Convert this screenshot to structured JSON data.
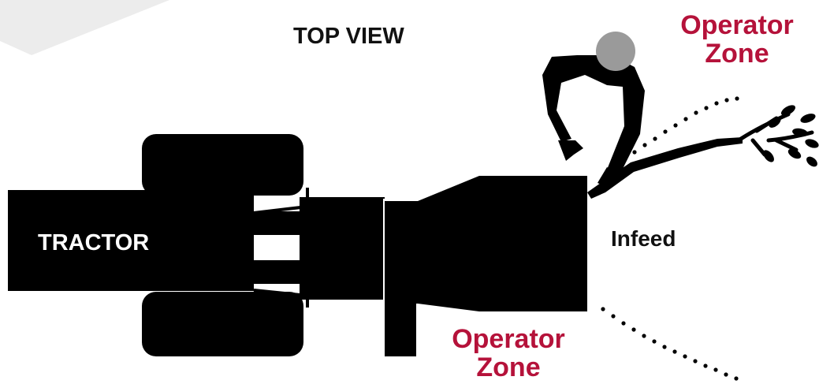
{
  "diagram": {
    "title": "TOP VIEW",
    "tractor_label": "TRACTOR",
    "infeed_label": "Infeed",
    "operator_zone_top": {
      "line1": "Operator",
      "line2": "Zone"
    },
    "operator_zone_bottom": {
      "line1": "Operator",
      "line2": "Zone"
    }
  },
  "colors": {
    "machine": "#000000",
    "zone_text": "#b5123a",
    "operator_head": "#9a9a9a",
    "watermark": "#e8e8e8"
  },
  "icons": [
    "tractor-silhouette",
    "chipper-silhouette",
    "operator-figure",
    "tree-branch",
    "watermark"
  ]
}
